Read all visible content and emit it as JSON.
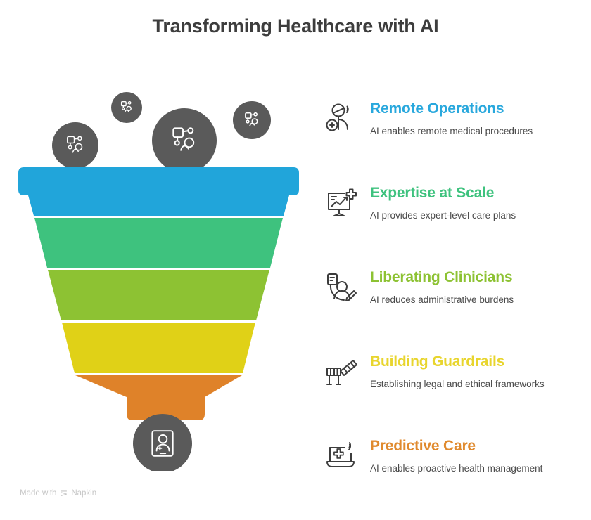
{
  "title": "Transforming Healthcare with AI",
  "colors": {
    "title": "#3d3d3d",
    "blue": "#21a5da",
    "green": "#3ec27e",
    "lime": "#8dc233",
    "yellow": "#e0d117",
    "orange": "#df8229",
    "circle_gray": "#5a5a5a",
    "icon_outline": "#3d3d3d",
    "description": "#4a4a4a",
    "watermark": "#c6c6c6"
  },
  "funnel": {
    "bands": [
      {
        "name": "remote-operations",
        "color": "#21a5da"
      },
      {
        "name": "expertise-at-scale",
        "color": "#3ec27e"
      },
      {
        "name": "liberating-clinicians",
        "color": "#8dc233"
      },
      {
        "name": "building-guardrails",
        "color": "#e0d117"
      },
      {
        "name": "predictive-care",
        "color": "#df8229"
      }
    ],
    "top_circles": [
      {
        "icon": "robotic-surgery-icon",
        "size": "medium"
      },
      {
        "icon": "robotic-surgery-icon",
        "size": "small"
      },
      {
        "icon": "robotic-surgery-icon",
        "size": "large"
      },
      {
        "icon": "robotic-surgery-icon",
        "size": "small"
      }
    ],
    "bottom_circle": {
      "icon": "patient-record-icon"
    }
  },
  "items": [
    {
      "title": "Remote Operations",
      "description": "AI enables remote medical procedures",
      "color": "#29a8dd",
      "icon": "remote-doctor-wifi-icon"
    },
    {
      "title": "Expertise at Scale",
      "description": "AI provides expert-level care plans",
      "color": "#3ec27e",
      "icon": "monitor-chart-plus-icon"
    },
    {
      "title": "Liberating Clinicians",
      "description": "AI reduces administrative burdens",
      "color": "#8dc233",
      "icon": "clinician-document-pen-icon"
    },
    {
      "title": "Building Guardrails",
      "description": "Establishing legal and ethical frameworks",
      "color": "#e8d52e",
      "icon": "guardrail-barrier-icon"
    },
    {
      "title": "Predictive Care",
      "description": "AI enables proactive health management",
      "color": "#e08a2e",
      "icon": "laptop-health-wifi-icon"
    }
  ],
  "watermark": {
    "prefix": "Made with",
    "brand": "Napkin"
  }
}
